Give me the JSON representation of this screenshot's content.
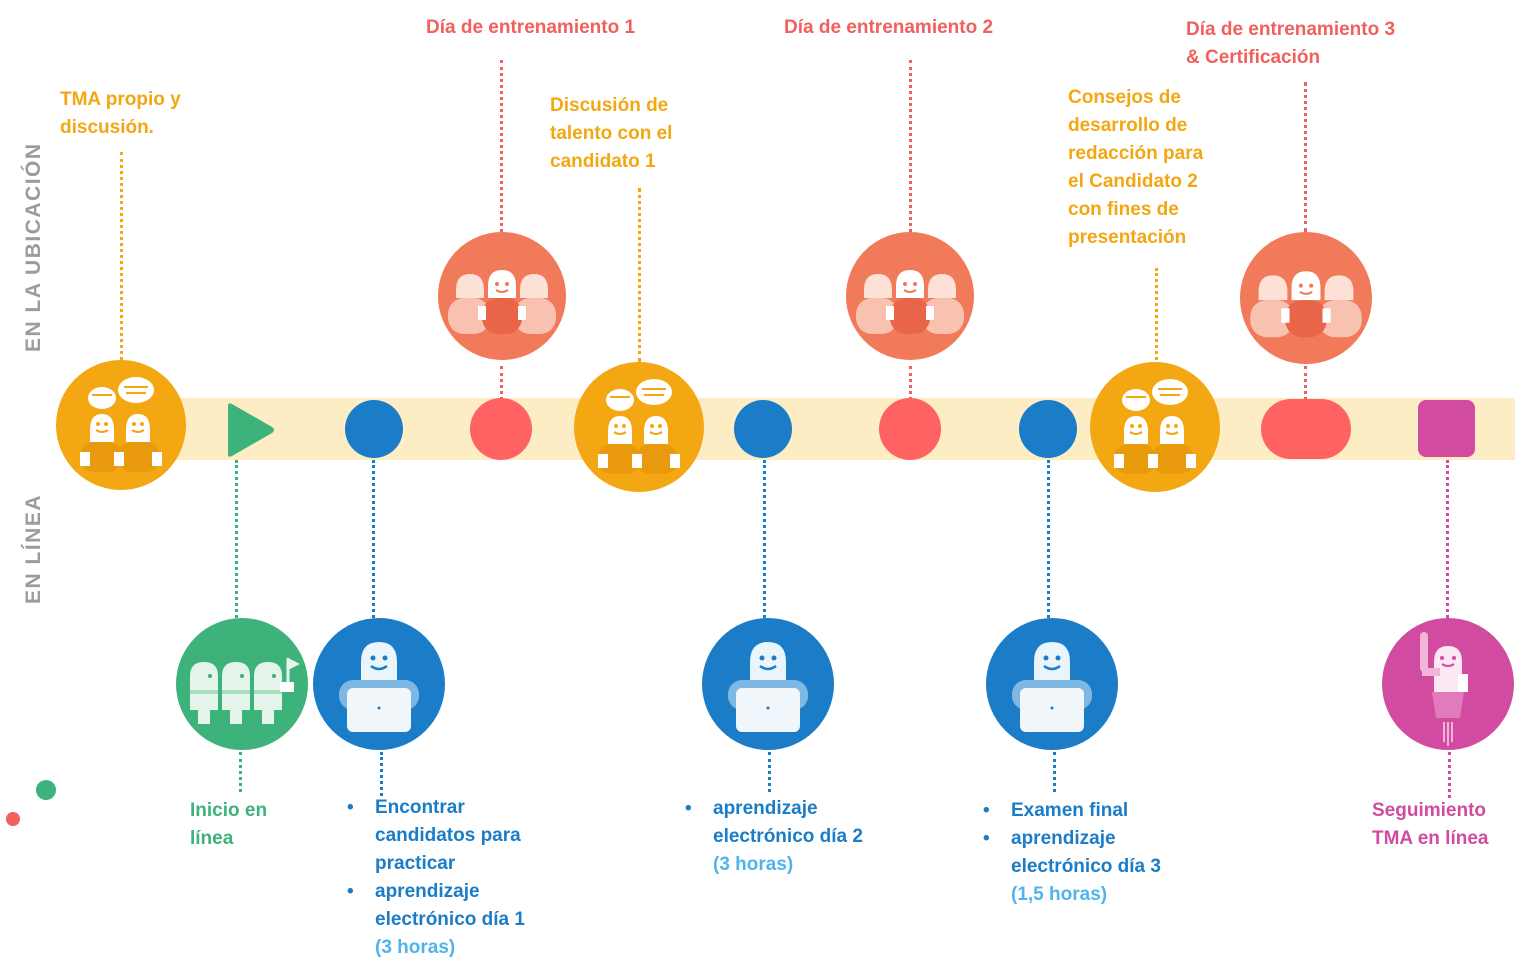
{
  "side_labels": {
    "top": "EN LA UBICACIÓN",
    "bottom": "EN LÍNEA"
  },
  "colors": {
    "band": "#FDEDC4",
    "orange": "#F3A712",
    "red": "#F0605C",
    "salmon": "#F07A5A",
    "green": "#3DB27A",
    "blue": "#1B7CC7",
    "lightblue": "#4FB4EC",
    "magenta": "#D14BA0"
  },
  "top_labels": {
    "tma_propio": "TMA propio y\ndiscusión.",
    "training_1": "Día de entrenamiento 1",
    "discusion_talento": "Discusión de\ntalento con el\ncandidato 1",
    "training_2": "Día de entrenamiento 2",
    "consejos": "Consejos de\ndesarrollo de\nredacción para\nel Candidato 2\ncon fines de\npresentación",
    "training_3": "Día de entrenamiento 3\n& Certificación"
  },
  "bottom_labels": {
    "inicio": "Inicio  en\nlínea",
    "step1_item1": "Encontrar\ncandidatos para\npracticar",
    "step1_item2": "aprendizaje\nelectrónico día 1",
    "step1_hours": "(3 horas)",
    "step2_item1": "aprendizaje\nelectrónico día 2",
    "step2_hours": "(3 horas)",
    "step3_item1": "Examen final",
    "step3_item2": "aprendizaje\nelectrónico día 3",
    "step3_hours": "(1,5 horas)",
    "seguimiento": "Seguimiento\nTMA en línea"
  },
  "icons": {
    "discussion": "discussion-people-icon",
    "group": "group-training-icon",
    "laptop": "laptop-elearning-icon",
    "start": "online-start-icon",
    "followup": "followup-rocket-icon",
    "play": "play-icon"
  }
}
